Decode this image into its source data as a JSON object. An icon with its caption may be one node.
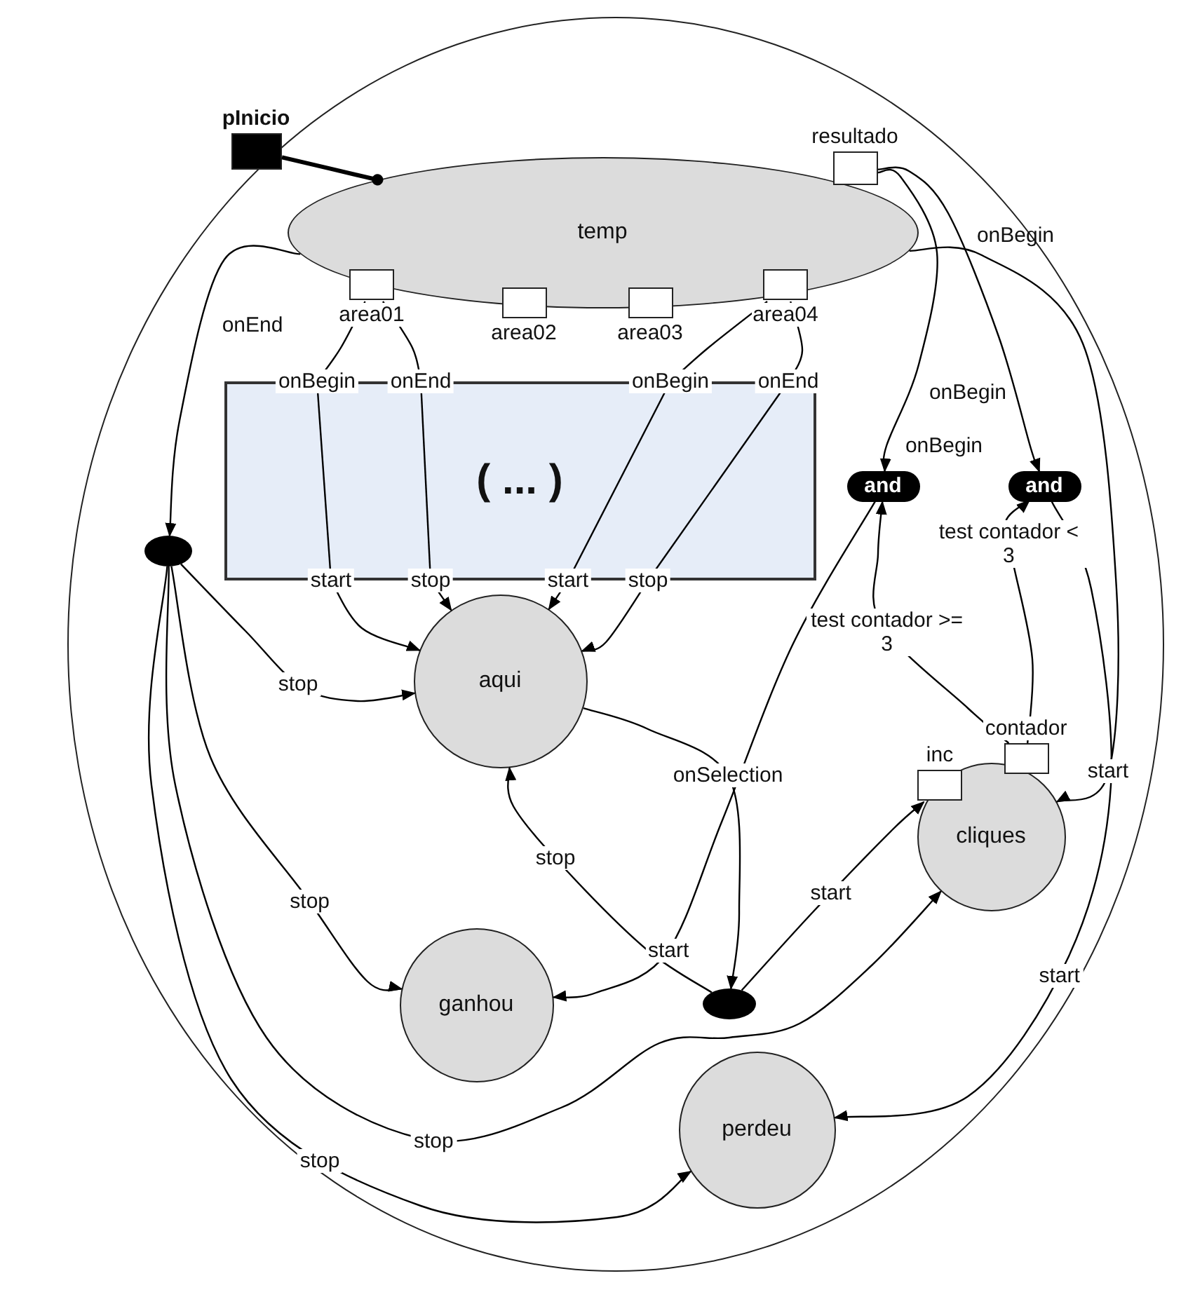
{
  "diagram": {
    "nodes": [
      {
        "text": [],
        "shape": "ellipse"
      },
      {
        "text": [
          "pInicio"
        ],
        "in": 0
      },
      {
        "text": [
          "temp"
        ],
        "in": 0
      },
      {
        "text": [
          "resultado"
        ],
        "in": 0
      },
      {
        "text": [
          "area01"
        ],
        "in": 2
      },
      {
        "text": [
          "area02"
        ],
        "in": 0
      },
      {
        "text": [
          "area03"
        ],
        "in": 0
      },
      {
        "text": [
          "area04"
        ],
        "in": 2
      },
      {
        "text": [
          "( ... )"
        ],
        "in": 0
      },
      {
        "text": [
          "aqui"
        ],
        "in": 0
      },
      {
        "text": [],
        "shape": "ellipse",
        "in": 0
      },
      {
        "text": [
          "and"
        ],
        "in": 0
      },
      {
        "text": [
          "and"
        ],
        "in": 0
      },
      {
        "text": [
          "cliques"
        ],
        "in": 0
      },
      {
        "text": [
          "inc"
        ],
        "in": 13
      },
      {
        "text": [
          "contador"
        ],
        "in": 0
      },
      {
        "text": [
          "ganhou"
        ],
        "in": 0
      },
      {
        "text": [],
        "shape": "ellipse",
        "in": 0
      },
      {
        "text": [
          "perdeu"
        ],
        "in": 0
      }
    ],
    "edges": [
      {
        "from": 1,
        "to": 2,
        "arrow": "other",
        "style": "thick"
      },
      {
        "from": 2,
        "to": 10,
        "arrow": "to",
        "label": "onEnd"
      },
      {
        "from": 4,
        "to": 8,
        "arrow": "none",
        "label": "onBegin"
      },
      {
        "from": 8,
        "to": 9,
        "arrow": "to",
        "label": "start"
      },
      {
        "from": 4,
        "to": 8,
        "arrow": "none",
        "label": "onEnd"
      },
      {
        "from": 8,
        "to": 9,
        "arrow": "to",
        "label": "stop"
      },
      {
        "from": 7,
        "to": 8,
        "arrow": "none",
        "label": "onBegin"
      },
      {
        "from": 8,
        "to": 9,
        "arrow": "to",
        "label": "start"
      },
      {
        "from": 7,
        "to": 8,
        "arrow": "none",
        "label": "onEnd"
      },
      {
        "from": 8,
        "to": 9,
        "arrow": "to",
        "label": "stop"
      },
      {
        "from": 10,
        "to": 9,
        "arrow": "to",
        "label": "stop"
      },
      {
        "from": 10,
        "to": 16,
        "arrow": "to",
        "label": "stop"
      },
      {
        "from": 10,
        "to": 13,
        "arrow": "to",
        "label": "stop"
      },
      {
        "from": 10,
        "to": 18,
        "arrow": "to",
        "label": "stop"
      },
      {
        "from": 3,
        "to": 11,
        "arrow": "to",
        "label": "onBegin"
      },
      {
        "from": 3,
        "to": 12,
        "arrow": "to",
        "label": "onBegin"
      },
      {
        "from": 15,
        "to": 11,
        "arrow": "to",
        "label": "test contador >= 3"
      },
      {
        "from": 15,
        "to": 12,
        "arrow": "to",
        "label": "test contador < 3"
      },
      {
        "from": 2,
        "to": 13,
        "arrow": "to",
        "label": "onBegin"
      },
      {
        "from": 11,
        "to": 16,
        "arrow": "to",
        "label": "start"
      },
      {
        "from": 12,
        "to": 18,
        "arrow": "to",
        "label": "start"
      },
      {
        "from": 9,
        "to": 17,
        "arrow": "to",
        "label": "onSelection"
      },
      {
        "from": 17,
        "to": 9,
        "arrow": "to",
        "label": "stop"
      },
      {
        "from": 17,
        "to": 14,
        "arrow": "to",
        "label": "start"
      }
    ],
    "labels": [
      "start"
    ]
  }
}
